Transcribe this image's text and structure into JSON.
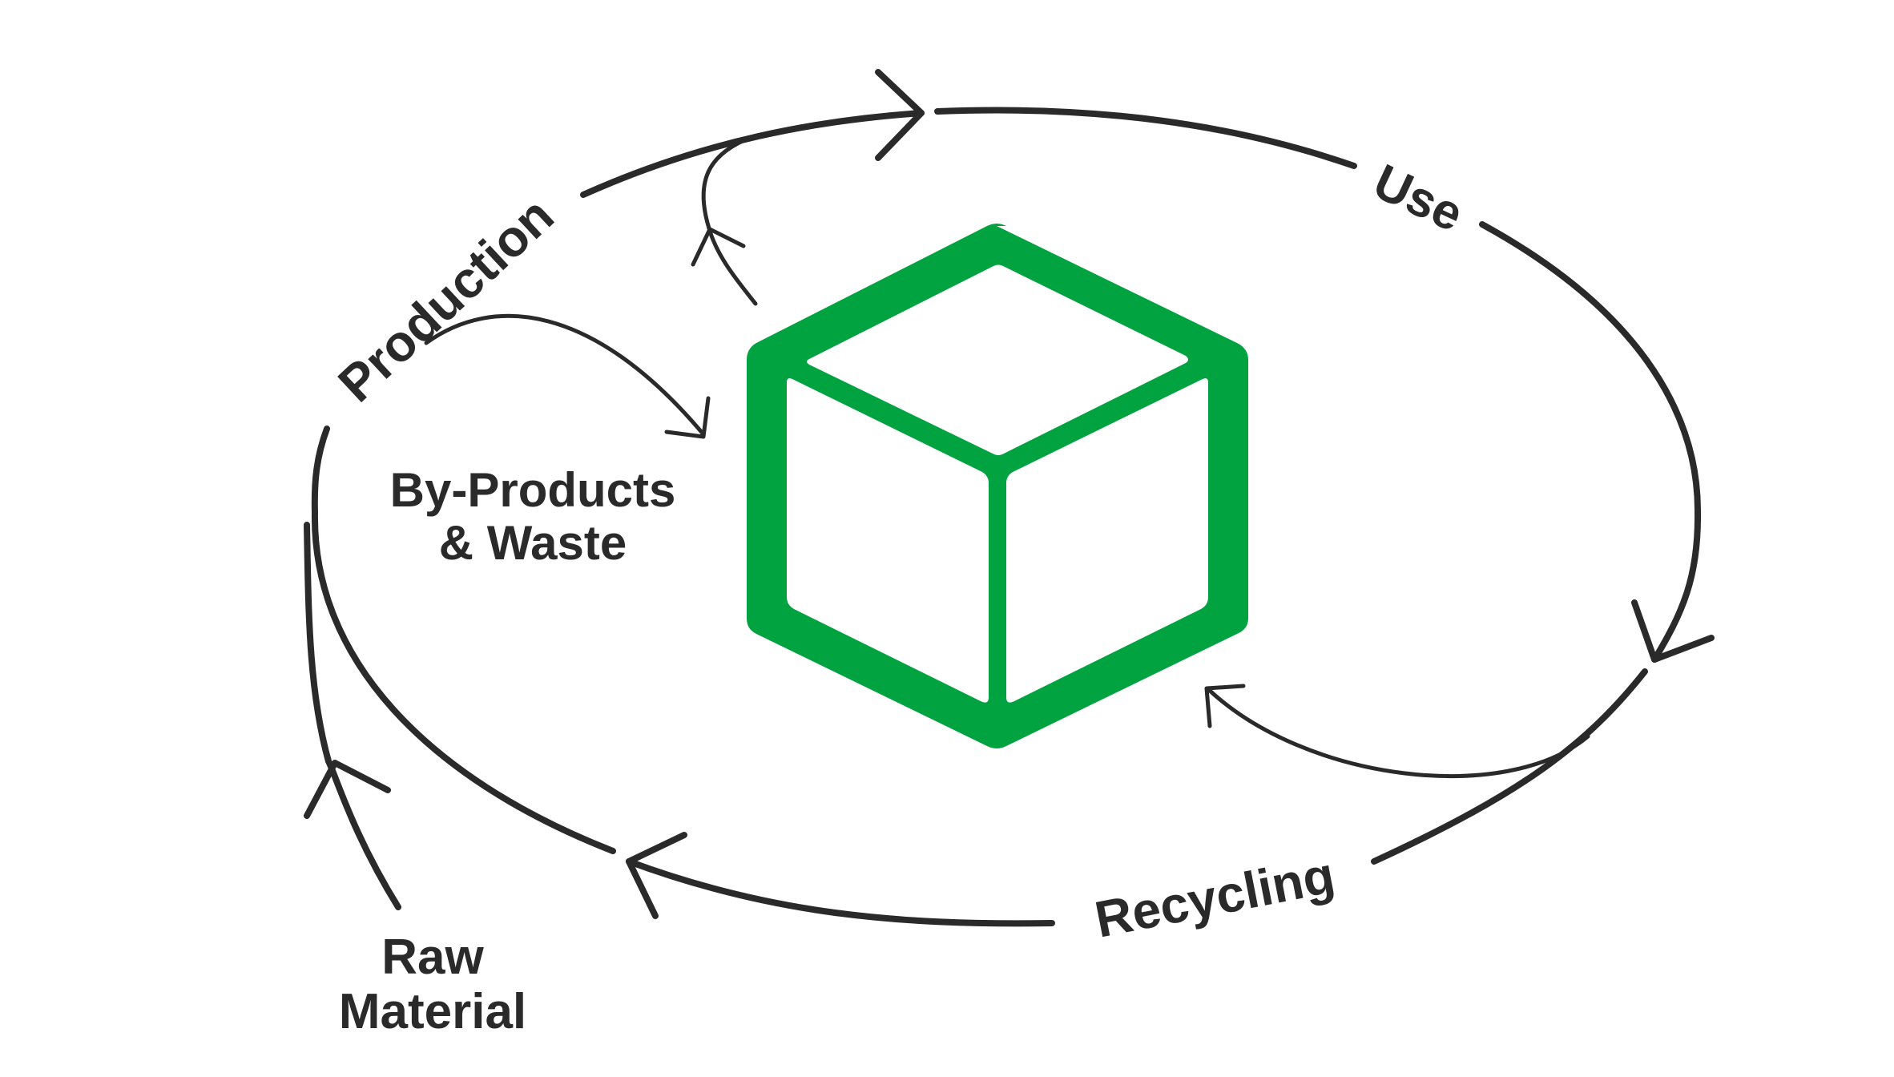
{
  "labels": {
    "production": "Production",
    "use": "Use",
    "recycling": "Recycling",
    "raw_material_line1": "Raw",
    "raw_material_line2": "Material",
    "byproducts_line1": "By-Products",
    "byproducts_line2": "& Waste"
  },
  "icons": {
    "center": "cube-icon"
  },
  "colors": {
    "cube": "#00a33f",
    "stroke": "#2a2a2a",
    "background": "#ffffff"
  }
}
